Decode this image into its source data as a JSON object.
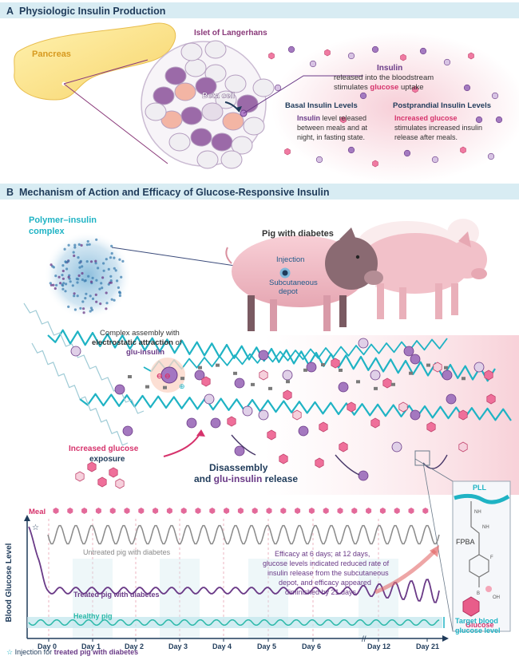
{
  "section_a": {
    "letter": "A",
    "title": "Physiologic Insulin Production",
    "pancreas_label": "Pancreas",
    "islet_label": "Islet of Langerhans",
    "beta_cell_label": "Beta cell",
    "insulin_heading": "Insulin",
    "insulin_line1": "released into the bloodstream",
    "insulin_line2_pre": "stimulates ",
    "insulin_line2_highlight": "glucose",
    "insulin_line2_post": " uptake",
    "basal_heading": "Basal Insulin Levels",
    "basal_line1": "Insulin level released",
    "basal_line2": "between meals and at",
    "basal_line3": "night, in fasting state.",
    "postprandial_heading": "Postprandial Insulin Levels",
    "postprandial_line1_highlight": "Increased glucose",
    "postprandial_line2": "stimulates increased insulin",
    "postprandial_line3": "release after meals."
  },
  "section_b": {
    "letter": "B",
    "title": "Mechanism of Action and Efficacy of Glucose-Responsive Insulin",
    "complex_line1": "Polymer–insulin",
    "complex_line2": "complex",
    "pig_title": "Pig with diabetes",
    "injection_label": "Injection",
    "depot_line1": "Subcutaneous",
    "depot_line2": "depot",
    "assembly_line1": "Complex assembly with",
    "assembly_line2": "electrostatic attraction",
    "assembly_line2_post": " of",
    "assembly_line3": "glu-insulin",
    "increased_glucose_line1": "Increased glucose",
    "increased_glucose_line2": "exposure",
    "disassembly_line1": "Disassembly",
    "disassembly_line2_pre": "and ",
    "disassembly_line2_highlight": "glu-insulin",
    "disassembly_line2_post": " release",
    "glucose_label": "Glucose",
    "pll_label": "PLL",
    "fpba_label": "FPBA",
    "chem_nh1": "NH",
    "chem_nh2": "NH",
    "chem_f": "F",
    "chem_oh": "OH",
    "chem_b": "B"
  },
  "chart": {
    "meal_label": "Meal",
    "y_axis_label": "Blood Glucose Level",
    "untreated_label": "Untreated pig with diabetes",
    "treated_label": "Treated pig with diabetes",
    "healthy_label": "Healthy pig",
    "target_line1": "Target blood",
    "target_line2": "glucose level",
    "efficacy_line1": "Efficacy at 6 days; at 12 days,",
    "efficacy_line2": "glucose levels indicated reduced rate of",
    "efficacy_line3": "insulin release from the subcutaneous",
    "efficacy_line4": "depot, and efficacy appeared",
    "efficacy_line5": "diminished by 21 days",
    "days": [
      "Day 0",
      "Day 1",
      "Day 2",
      "Day 3",
      "Day 4",
      "Day 5",
      "Day 6",
      "Day 12",
      "Day 21"
    ],
    "footnote_pre": "Injection for ",
    "footnote_highlight": "treated pig with diabetes"
  },
  "colors": {
    "header_band": "#d8ecf3",
    "header_text": "#1f3b5a",
    "cyan": "#1fb3c4",
    "purple": "#6a3a87",
    "magenta": "#d6336c",
    "pink_dot": "#e36a9a",
    "gray_wave": "#8a8a8a",
    "healthy": "#2bb9a9"
  }
}
